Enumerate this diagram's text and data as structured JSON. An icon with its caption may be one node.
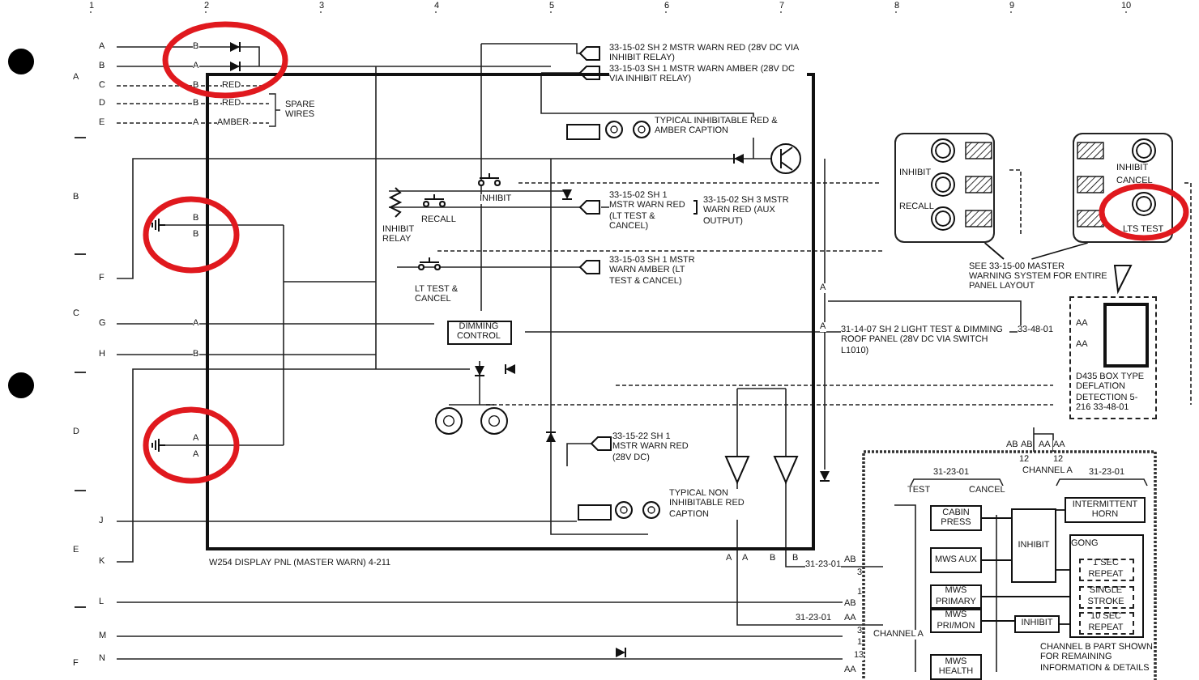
{
  "diagram": {
    "nodes": [
      {
        "text": [
          "W254 DISPLAY PNL (MASTER WARN) 4-211"
        ]
      },
      {
        "text": [
          "DIMMING CONTROL"
        ],
        "in": 0
      },
      {
        "text": [
          "INHIBIT",
          "RECALL"
        ]
      },
      {
        "text": [
          "INHIBIT",
          "CANCEL",
          "LTS TEST"
        ]
      },
      {
        "text": [
          "SEE 33-15-00 MASTER WARNING SYSTEM FOR ENTIRE PANEL LAYOUT"
        ]
      },
      {
        "text": [
          "D435 BOX TYPE DEFLATION DETECTION 5-216 33-48-01"
        ]
      },
      {
        "text": [
          "CABIN PRESS"
        ]
      },
      {
        "text": [
          "MWS AUX"
        ]
      },
      {
        "text": [
          "MWS PRIMARY"
        ]
      },
      {
        "text": [
          "MWS PRI/MON"
        ]
      },
      {
        "text": [
          "MWS HEALTH"
        ]
      },
      {
        "text": [
          "INHIBIT"
        ]
      },
      {
        "text": [
          "INHIBIT"
        ]
      },
      {
        "text": [
          "INTERMITTENT HORN"
        ]
      },
      {
        "text": [
          "GONG"
        ]
      },
      {
        "text": [
          "1 SEC REPEAT"
        ],
        "in": 14
      },
      {
        "text": [
          "SINGLE STROKE"
        ],
        "in": 14
      },
      {
        "text": [
          "10 SEC REPEAT"
        ],
        "in": 14
      }
    ],
    "edges": [
      {
        "from": 6,
        "to": 11,
        "arrow": "none"
      },
      {
        "from": 7,
        "to": 11,
        "arrow": "none"
      },
      {
        "from": 11,
        "to": 13,
        "arrow": "none"
      },
      {
        "from": 11,
        "to": 15,
        "arrow": "none"
      },
      {
        "from": 8,
        "to": 16,
        "arrow": "none"
      },
      {
        "from": 12,
        "to": 17,
        "arrow": "none"
      },
      {
        "from": 4,
        "to": 2,
        "arrow": "none"
      },
      {
        "from": 4,
        "to": 3,
        "arrow": "none"
      },
      {
        "from": 9,
        "to": 12,
        "arrow": "none"
      }
    ],
    "labels": [
      "1",
      "2",
      "3",
      "4",
      "5",
      "6",
      "7",
      "8",
      "9",
      "10",
      "A",
      "B",
      "C",
      "D",
      "E",
      "F",
      "A",
      "B",
      "C",
      "D",
      "E",
      "F",
      "G",
      "H",
      "J",
      "K",
      "L",
      "M",
      "N",
      "RED",
      "RED",
      "AMBER",
      "SPARE WIRES",
      "INHIBIT RELAY",
      "33-15-02 SH 2 MSTR WARN RED (28V DC VIA INHIBIT RELAY)",
      "33-15-03 SH 1 MSTR WARN AMBER (28V DC VIA INHIBIT RELAY)",
      "TYPICAL INHIBITABLE RED & AMBER CAPTION",
      "INHIBIT",
      "RECALL",
      "33-15-02 SH 1 MSTR WARN RED (LT TEST & CANCEL)",
      "33-15-02 SH 3 MSTR WARN RED (AUX OUTPUT)",
      "33-15-03 SH 1 MSTR WARN AMBER (LT TEST & CANCEL)",
      "LT TEST & CANCEL",
      "33-15-22 SH 1 MSTR WARN RED (28V DC)",
      "TYPICAL NON INHIBITABLE RED CAPTION",
      "31-14-07 SH 2 LIGHT TEST & DIMMING ROOF PANEL (28V DC VIA SWITCH L1010)",
      "33-48-01",
      "AA",
      "AA",
      "A",
      "A",
      "AB",
      "AB",
      "AA",
      "AA",
      "12",
      "12",
      "31-23-01",
      "CHANNEL A",
      "TEST",
      "CANCEL",
      "31-23-01",
      "CHANNEL B PART SHOWN FOR REMAINING INFORMATION & DETAILS",
      "31-23-01",
      "AB",
      "3",
      "1",
      "AB",
      "31-23-01",
      "AA",
      "3",
      "1",
      "13",
      "CHANNEL A",
      "AA",
      "A",
      "A",
      "B",
      "B",
      "B",
      "A",
      "B",
      "B",
      "A",
      "B",
      "B",
      "A",
      "B",
      "A",
      "A"
    ]
  }
}
